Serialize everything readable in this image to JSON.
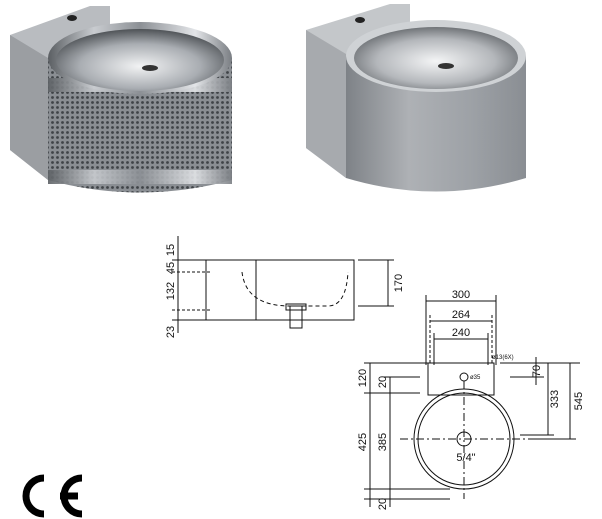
{
  "side_view": {
    "dims_left": [
      "15",
      "45",
      "132",
      "23"
    ],
    "dim_right": "170"
  },
  "top_view": {
    "width_outer": "300",
    "width_mid": "264",
    "width_inner": "240",
    "hole_spec": "ø13(6X)",
    "tap_hole": "ø35",
    "dim_120": "120",
    "dim_20_top": "20",
    "dim_70": "70",
    "dim_333": "333",
    "dim_545": "545",
    "dim_425": "425",
    "dim_385": "385",
    "dim_20_bottom": "20",
    "waste_size": "5/4\""
  },
  "colors": {
    "steel_dark": "#6f7378",
    "steel_light": "#d9dbde",
    "grey_finish": "#9a9ea3",
    "line": "#111111"
  },
  "icons": [
    "ce-mark-icon"
  ]
}
